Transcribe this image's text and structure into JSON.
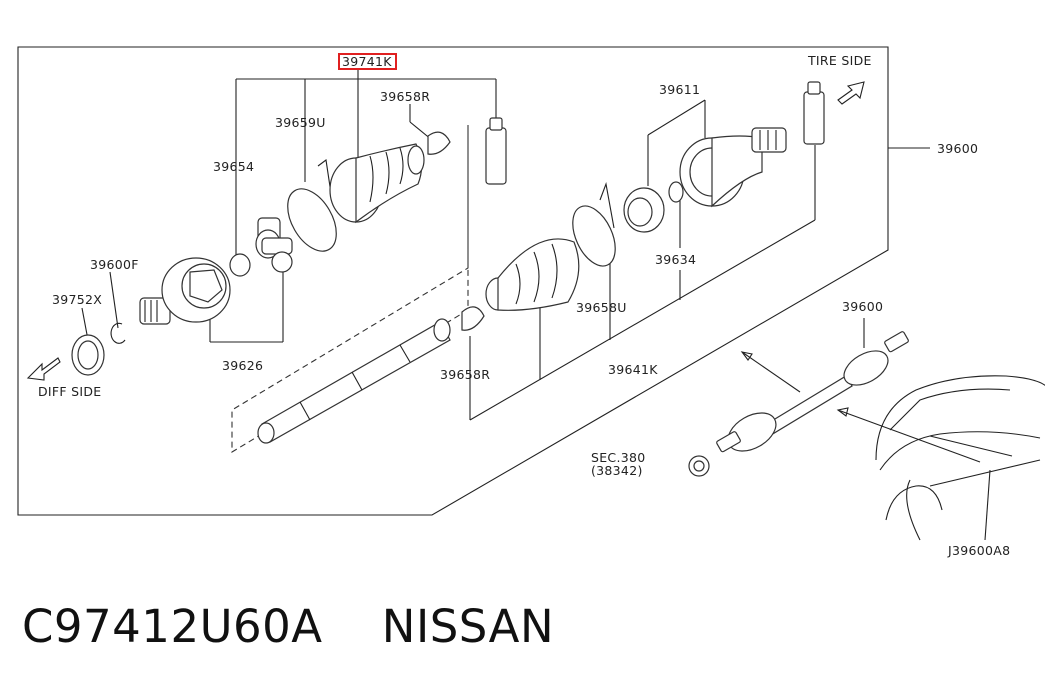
{
  "labels": {
    "highlight": "39741K",
    "tire_side": "TIRE SIDE",
    "diff_side": "DIFF SIDE",
    "p39658R_top": "39658R",
    "p39659U": "39659U",
    "p39654": "39654",
    "p39600F": "39600F",
    "p39752X": "39752X",
    "p39626": "39626",
    "p39611": "39611",
    "p39600_right": "39600",
    "p39634": "39634",
    "p39658U": "39658U",
    "p39658R_bottom": "39658R",
    "p39641K": "39641K",
    "p39600_small": "39600",
    "sec380": "SEC.380",
    "p38342": "(38342)",
    "diagram_id": "J39600A8"
  },
  "footer": {
    "part_number": "C97412U60A",
    "brand": "NISSAN"
  },
  "colors": {
    "highlight_box": "#e02020",
    "line": "#222222"
  }
}
